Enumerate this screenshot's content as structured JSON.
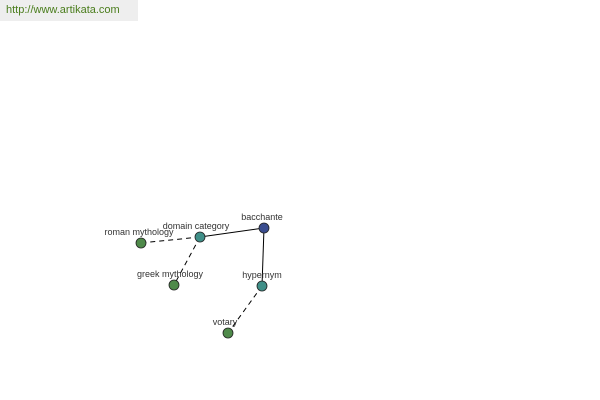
{
  "header": {
    "url": "http://www.artikata.com"
  },
  "graph": {
    "nodes": [
      {
        "id": "bacchante",
        "label": "bacchante",
        "color": "#3a4d8f"
      },
      {
        "id": "domain-category",
        "label": "domain category",
        "color": "#3f8f88"
      },
      {
        "id": "roman-mythology",
        "label": "roman mythology",
        "color": "#4f8a4a"
      },
      {
        "id": "greek-mythology",
        "label": "greek mythology",
        "color": "#4f8a4a"
      },
      {
        "id": "hypernym",
        "label": "hypernym",
        "color": "#3f8f88"
      },
      {
        "id": "votary",
        "label": "votary",
        "color": "#4f8a4a"
      }
    ],
    "edges": [
      {
        "from": "bacchante",
        "to": "domain-category",
        "style": "solid"
      },
      {
        "from": "bacchante",
        "to": "hypernym",
        "style": "solid"
      },
      {
        "from": "domain-category",
        "to": "roman-mythology",
        "style": "dashed"
      },
      {
        "from": "domain-category",
        "to": "greek-mythology",
        "style": "dashed"
      },
      {
        "from": "hypernym",
        "to": "votary",
        "style": "dashed"
      }
    ]
  }
}
